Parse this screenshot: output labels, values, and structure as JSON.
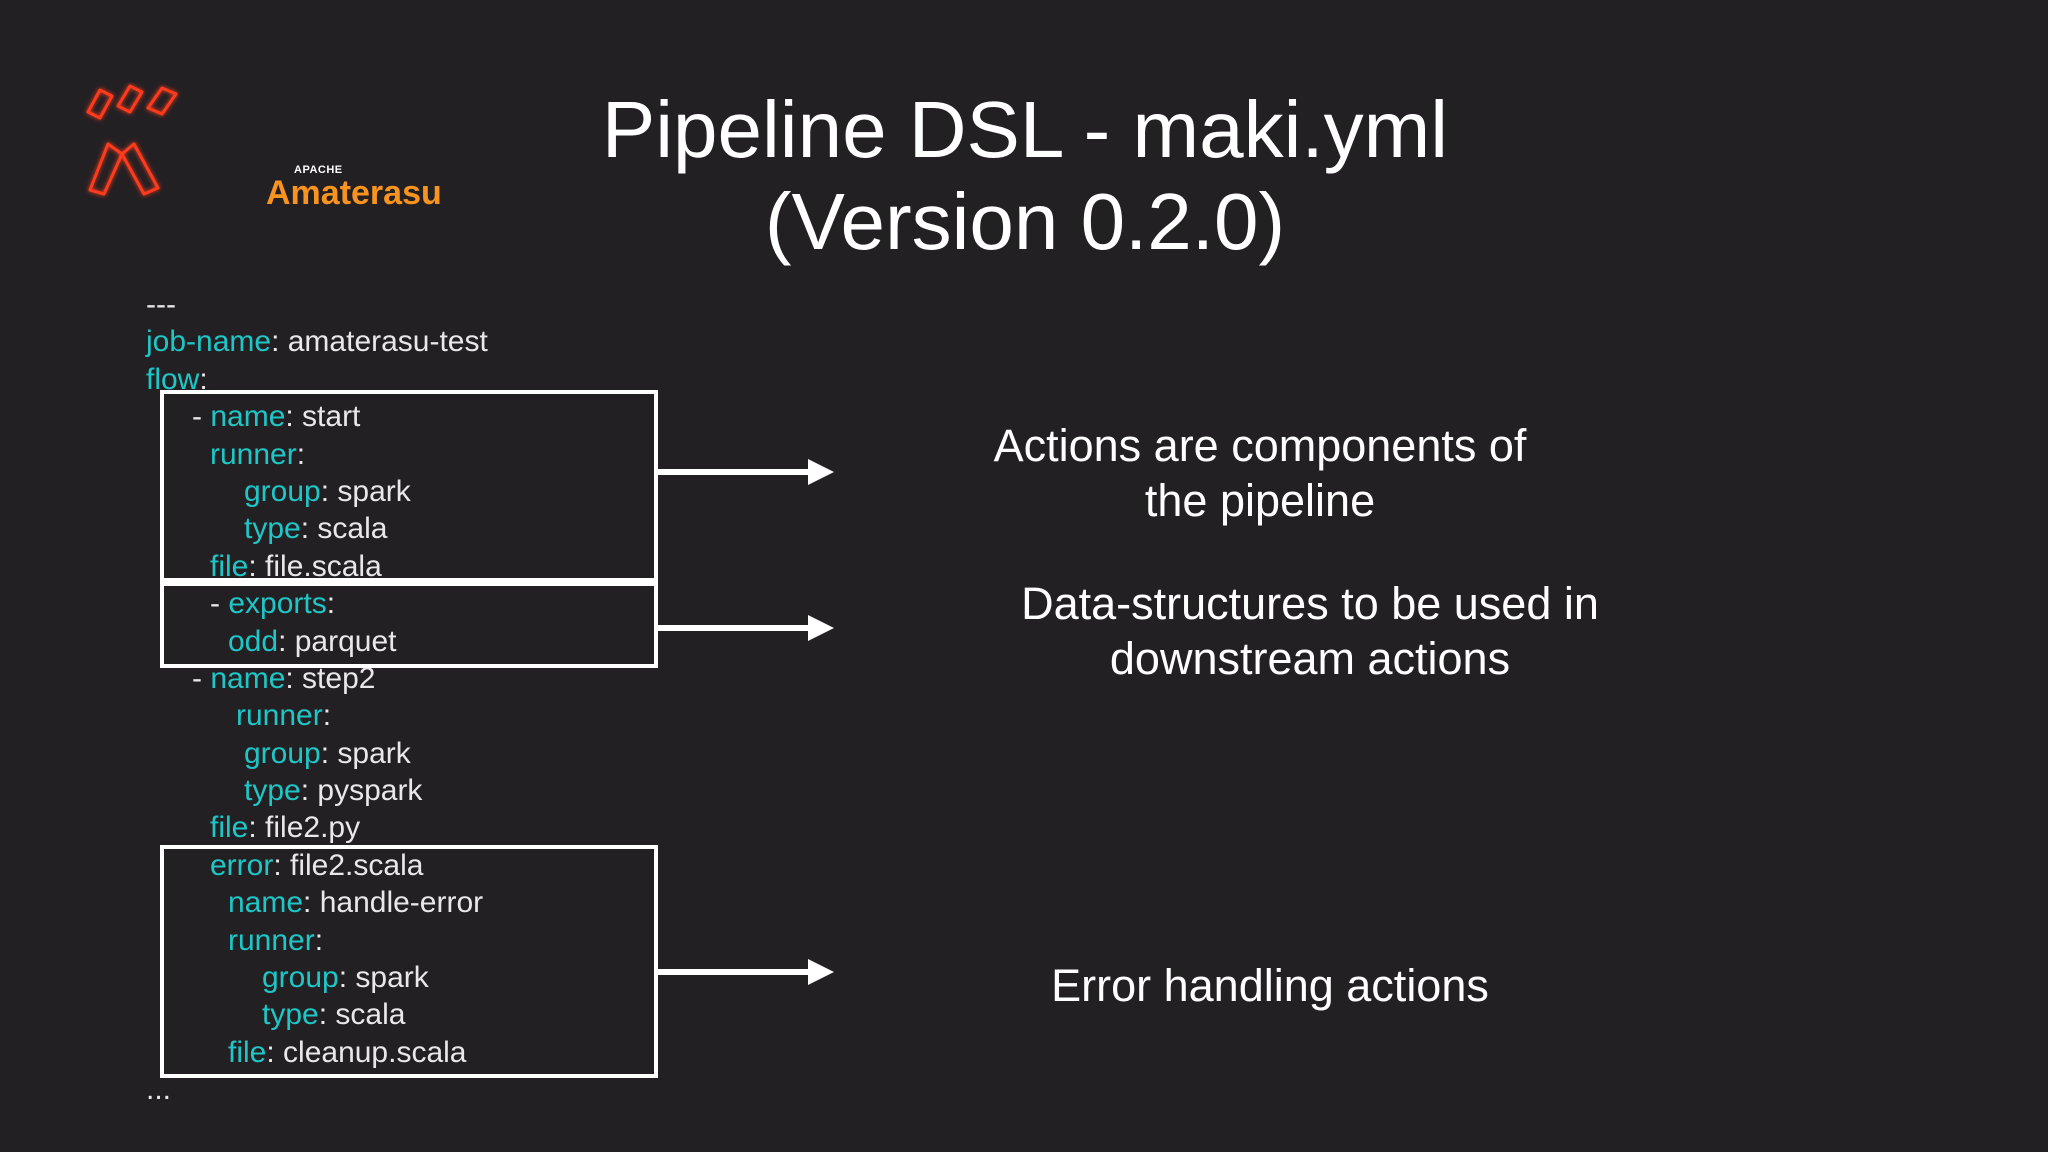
{
  "logo": {
    "apache": "APACHE",
    "name": "Amaterasu",
    "color": "#f7931e"
  },
  "title": {
    "line1": "Pipeline DSL - maki.yml",
    "line2": "(Version 0.2.0)"
  },
  "code": {
    "lines": [
      {
        "indent": 0,
        "key": "",
        "prefix": "---",
        "value": ""
      },
      {
        "indent": 0,
        "prefix": "",
        "key": "job-name",
        "value": ": amaterasu-test"
      },
      {
        "indent": 0,
        "prefix": "",
        "key": "flow",
        "value": ":"
      },
      {
        "indent": 1,
        "prefix": "- ",
        "key": "name",
        "value": ": start"
      },
      {
        "indent": 2,
        "prefix": "",
        "key": "runner",
        "value": ":"
      },
      {
        "indent": 3,
        "prefix": "",
        "key": "group",
        "value": ": spark"
      },
      {
        "indent": 3,
        "prefix": "",
        "key": "type",
        "value": ": scala"
      },
      {
        "indent": 2,
        "prefix": "",
        "key": "file",
        "value": ": file.scala"
      },
      {
        "indent": 2,
        "prefix": "- ",
        "key": "exports",
        "value": ":"
      },
      {
        "indent": 4,
        "prefix": "",
        "key": "odd",
        "value": ": parquet"
      },
      {
        "indent": 1,
        "prefix": "- ",
        "key": "name",
        "value": ": step2"
      },
      {
        "indent": 5,
        "prefix": "",
        "key": "runner",
        "value": ":"
      },
      {
        "indent": 3,
        "prefix": "",
        "key": "group",
        "value": ": spark"
      },
      {
        "indent": 3,
        "prefix": "",
        "key": "type",
        "value": ": pyspark"
      },
      {
        "indent": 2,
        "prefix": "",
        "key": "file",
        "value": ": file2.py"
      },
      {
        "indent": 2,
        "prefix": "",
        "key": "error",
        "value": ": file2.scala"
      },
      {
        "indent": 4,
        "prefix": "",
        "key": "name",
        "value": ": handle-error"
      },
      {
        "indent": 4,
        "prefix": "",
        "key": "runner",
        "value": ":"
      },
      {
        "indent": 6,
        "prefix": "",
        "key": "group",
        "value": ": spark"
      },
      {
        "indent": 6,
        "prefix": "",
        "key": "type",
        "value": ": scala"
      },
      {
        "indent": 4,
        "prefix": "",
        "key": "file",
        "value": ": cleanup.scala"
      },
      {
        "indent": 0,
        "prefix": "...",
        "key": "",
        "value": ""
      }
    ],
    "key_color": "#1fc6c6"
  },
  "annotations": {
    "actions": {
      "line1": "Actions are components of",
      "line2": "the pipeline"
    },
    "exports": {
      "line1": "Data-structures to be used in",
      "line2": "downstream actions"
    },
    "errors": {
      "line1": "Error handling actions"
    }
  }
}
